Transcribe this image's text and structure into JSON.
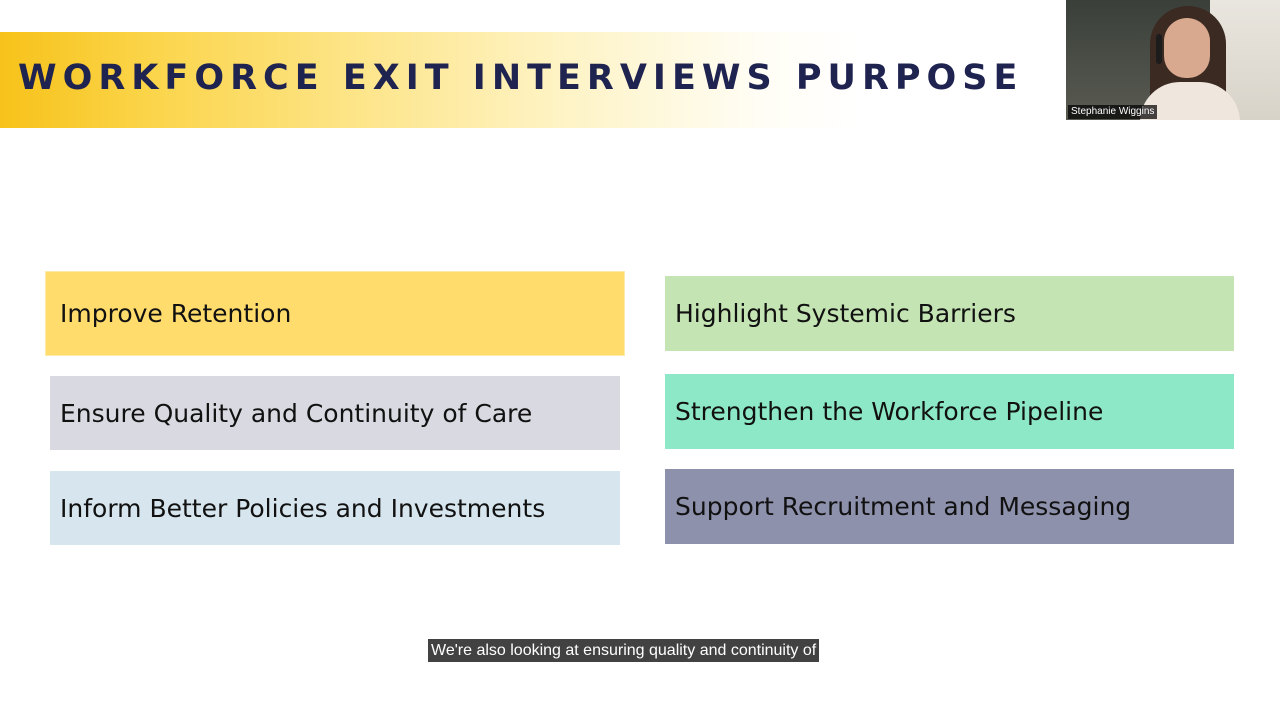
{
  "slide": {
    "title": "WORKFORCE EXIT INTERVIEWS PURPOSE",
    "boxes": [
      {
        "label": "Improve Retention",
        "color": "#ffdc6c"
      },
      {
        "label": "Highlight Systemic Barriers",
        "color": "#c4e4b4"
      },
      {
        "label": "Ensure Quality and Continuity of Care",
        "color": "#d9d9e1"
      },
      {
        "label": "Strengthen the Workforce Pipeline",
        "color": "#8de8c8"
      },
      {
        "label": "Inform Better Policies and Investments",
        "color": "#d7e6ee"
      },
      {
        "label": "Support Recruitment and Messaging",
        "color": "#8d91ac"
      }
    ]
  },
  "video": {
    "participant_name": "Stephanie Wiggins"
  },
  "caption": {
    "text": "We're also looking at ensuring quality and continuity of"
  },
  "colors": {
    "title_text": "#1f2350",
    "title_band": "#f7c21a"
  }
}
